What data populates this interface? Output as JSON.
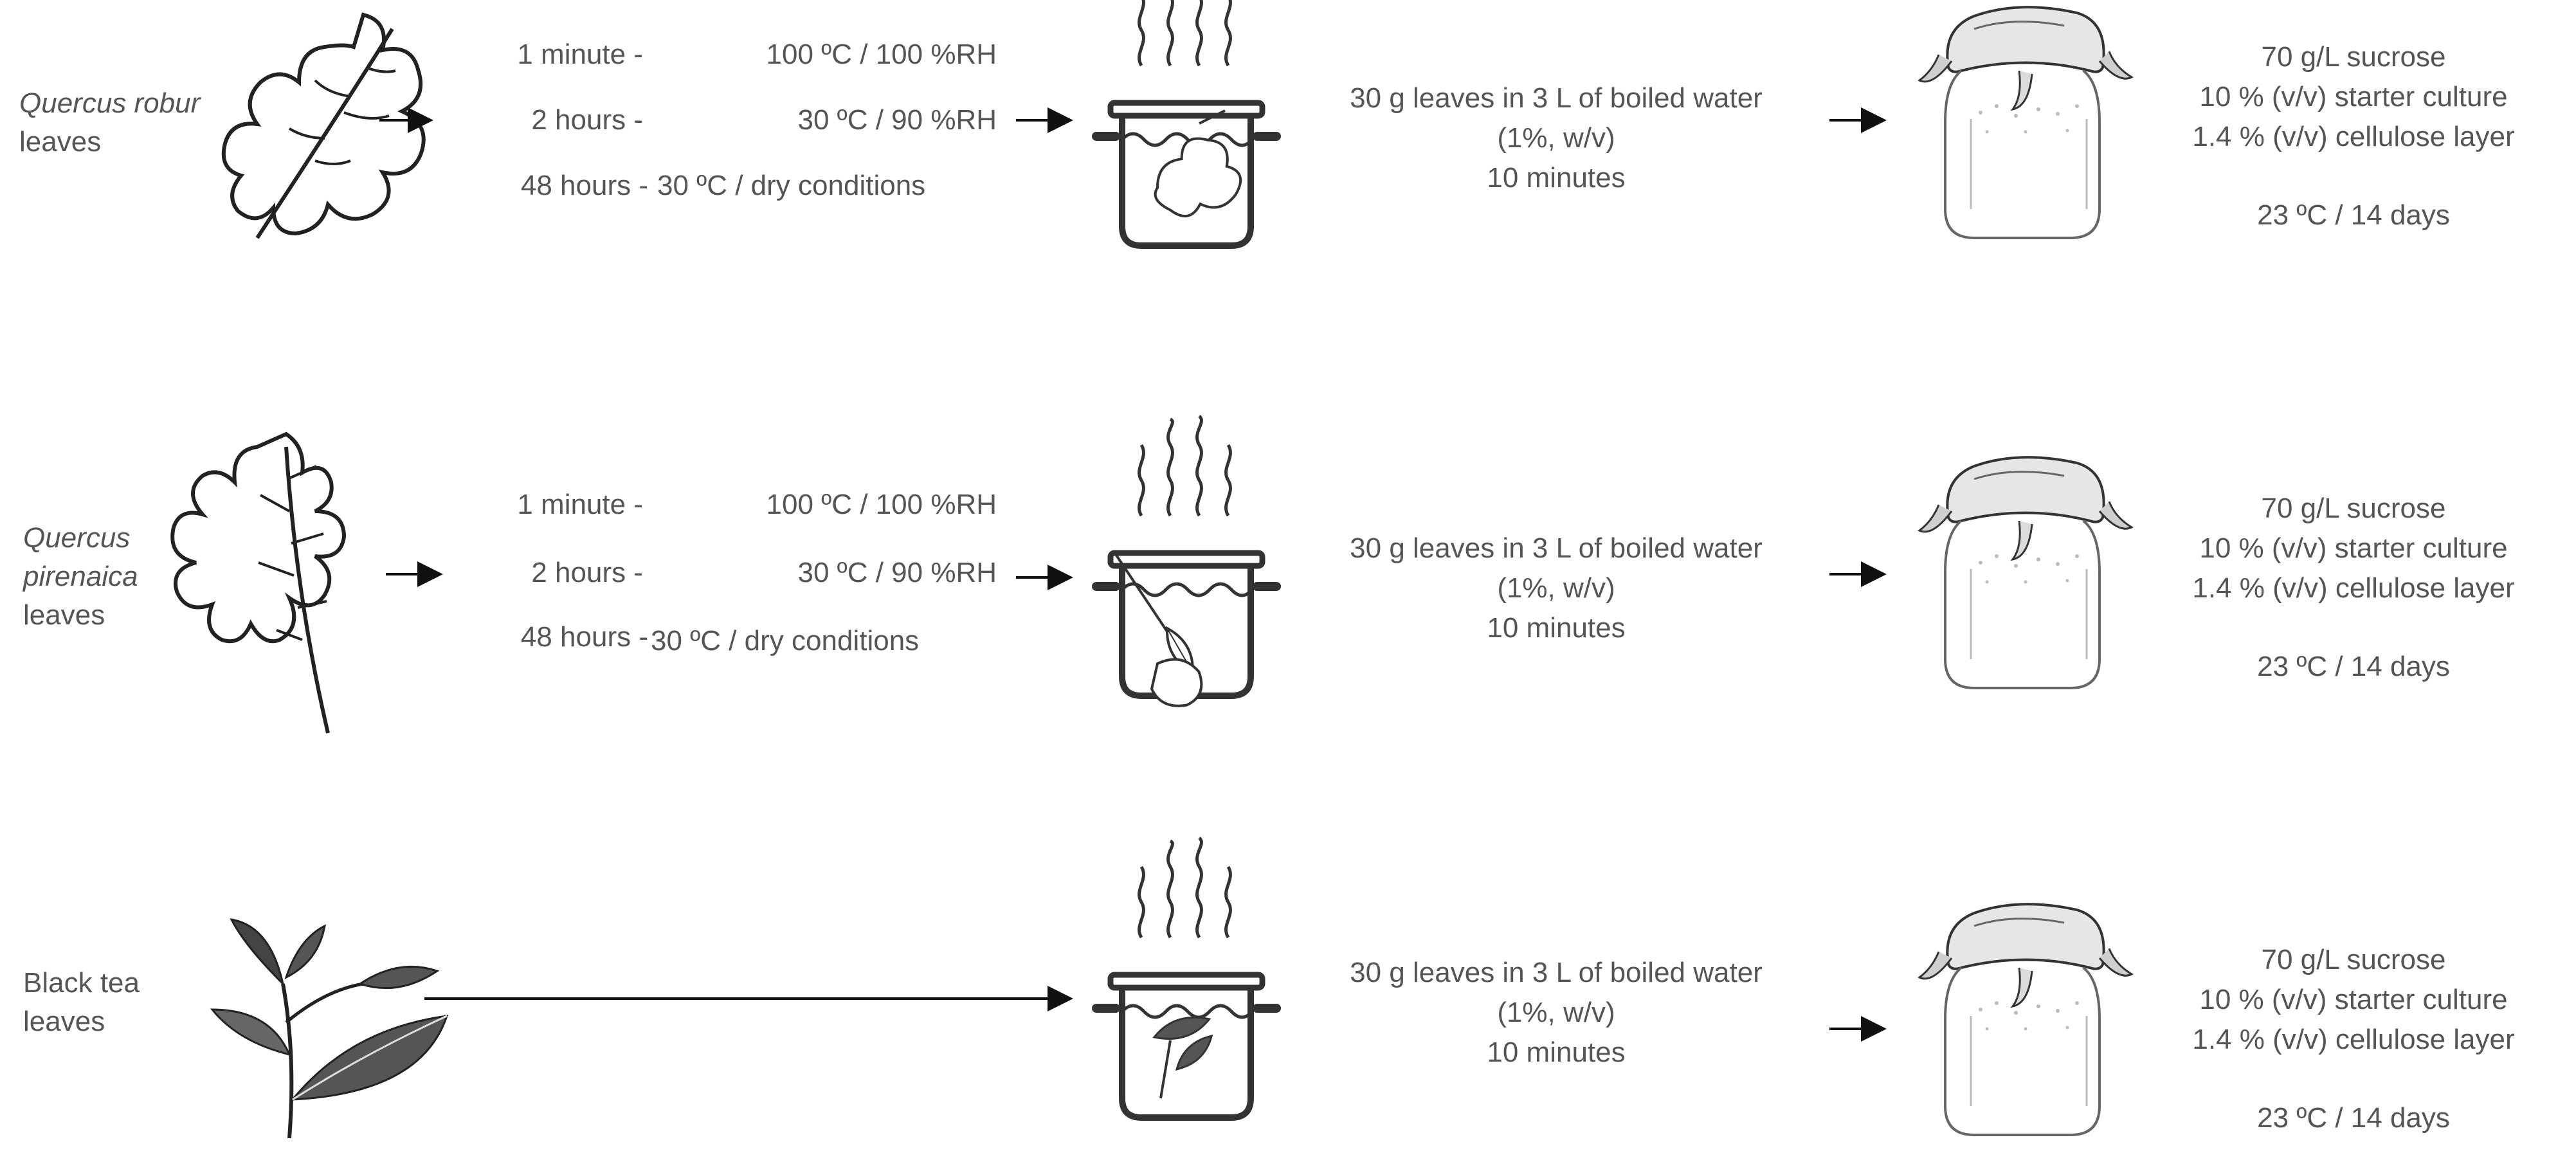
{
  "rows": [
    {
      "species_italic": "Quercus robur",
      "species_suffix": "leaves",
      "leaf_icon": "oak-leaf-icon",
      "drying": [
        {
          "time": "1 minute -",
          "condition": "100 ºC / 100 %RH"
        },
        {
          "time": "2 hours -",
          "condition": "30 ºC / 90 %RH"
        },
        {
          "time": "48 hours -",
          "condition": "30 ºC / dry conditions"
        }
      ],
      "pot_icon": "boiling-pot-icon",
      "infusion": [
        "30 g leaves in 3 L of boiled water",
        "(1%, w/v)",
        "10 minutes"
      ],
      "jar_icon": "covered-jar-icon",
      "fermentation": [
        "70 g/L sucrose",
        "10 % (v/v) starter culture",
        "1.4 % (v/v) cellulose layer",
        "",
        "23 ºC / 14 days"
      ]
    },
    {
      "species_italic_line1": "Quercus",
      "species_italic_line2": "pirenaica",
      "species_suffix": "leaves",
      "leaf_icon": "pyrenean-oak-leaf-icon",
      "drying": [
        {
          "time": "1 minute -",
          "condition": "100 ºC / 100 %RH"
        },
        {
          "time": "2 hours -",
          "condition": "30 ºC / 90 %RH"
        },
        {
          "time": "48 hours -",
          "condition": "30 ºC / dry conditions"
        }
      ],
      "pot_icon": "boiling-pot-icon",
      "infusion": [
        "30 g leaves in 3 L of boiled water",
        "(1%, w/v)",
        "10 minutes"
      ],
      "jar_icon": "covered-jar-icon",
      "fermentation": [
        "70 g/L sucrose",
        "10 % (v/v) starter culture",
        "1.4 % (v/v) cellulose layer",
        "",
        "23 ºC / 14 days"
      ]
    },
    {
      "species_line1": "Black tea",
      "species_line2": "leaves",
      "leaf_icon": "tea-sprig-icon",
      "pot_icon": "boiling-pot-icon",
      "infusion": [
        "30 g leaves in 3 L of boiled water",
        "(1%, w/v)",
        "10 minutes"
      ],
      "jar_icon": "covered-jar-icon",
      "fermentation": [
        "70 g/L sucrose",
        "10 % (v/v) starter culture",
        "1.4 % (v/v) cellulose layer",
        "",
        "23 ºC / 14 days"
      ]
    }
  ],
  "colors": {
    "text": "#555555",
    "stroke": "#333333",
    "arrow": "#111111"
  }
}
